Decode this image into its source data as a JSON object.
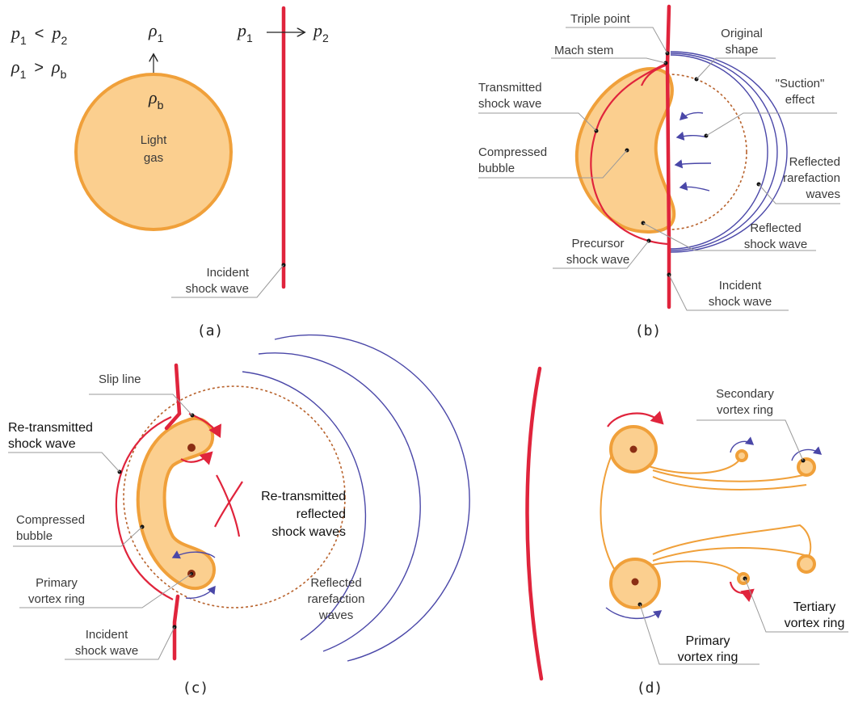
{
  "panel_a": {
    "caption": "(a)",
    "relations": {
      "p1": "p",
      "p1_sub": "1",
      "lt": "<",
      "p2": "p",
      "p2_sub": "2",
      "rho1": "ρ",
      "rho1_sub": "1",
      "gt": ">",
      "rhob": "ρ",
      "rhob_sub": "b"
    },
    "rho_top": "ρ",
    "rho_top_sub": "1",
    "rho_bubble": "ρ",
    "rho_bubble_sub": "b",
    "bubble_line1": "Light",
    "bubble_line2": "gas",
    "pressure_left": "p",
    "pressure_left_sub": "1",
    "pressure_right": "p",
    "pressure_right_sub": "2",
    "incident_line1": "Incident",
    "incident_line2": "shock wave"
  },
  "panel_b": {
    "caption": "(b)",
    "triple_point": "Triple point",
    "mach_stem": "Mach stem",
    "original_line1": "Original",
    "original_line2": "shape",
    "transmitted_line1": "Transmitted",
    "transmitted_line2": "shock wave",
    "suction_line1": "\"Suction\"",
    "suction_line2": "effect",
    "compressed_line1": "Compressed",
    "compressed_line2": "bubble",
    "rarefaction_line1": "Reflected",
    "rarefaction_line2": "rarefaction",
    "rarefaction_line3": "waves",
    "reflected_line1": "Reflected",
    "reflected_line2": "shock wave",
    "precursor_line1": "Precursor",
    "precursor_line2": "shock wave",
    "incident_line1": "Incident",
    "incident_line2": "shock wave"
  },
  "panel_c": {
    "caption": "(c)",
    "slip_line": "Slip line",
    "retransmitted_line1": "Re-transmitted",
    "retransmitted_line2": "shock wave",
    "compressed_line1": "Compressed",
    "compressed_line2": "bubble",
    "primary_line1": "Primary",
    "primary_line2": "vortex ring",
    "incident_line1": "Incident",
    "incident_line2": "shock wave",
    "reflected_rt_line1": "Re-transmitted",
    "reflected_rt_line2": "reflected",
    "reflected_rt_line3": "shock waves",
    "rarefaction_line1": "Reflected",
    "rarefaction_line2": "rarefaction",
    "rarefaction_line3": "waves"
  },
  "panel_d": {
    "caption": "(d)",
    "secondary_line1": "Secondary",
    "secondary_line2": "vortex ring",
    "tertiary_line1": "Tertiary",
    "tertiary_line2": "vortex ring",
    "primary_line1": "Primary",
    "primary_line2": "vortex ring"
  },
  "colors": {
    "shock": "#e0243c",
    "bubble_fill": "#fbcf8f",
    "bubble_stroke": "#f0a03a",
    "rarefaction": "#4a47a8",
    "original_shape": "#b8622c"
  }
}
